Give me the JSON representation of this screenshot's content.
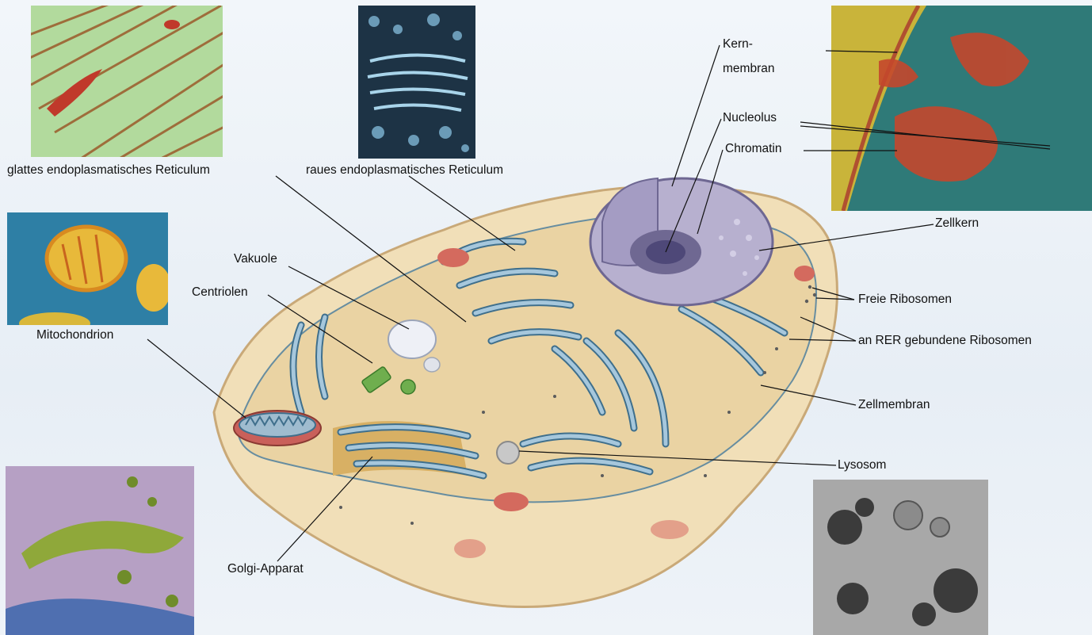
{
  "labels": {
    "kern_line1": "Kern-",
    "kern_line2": "membran",
    "nucleolus": "Nucleolus",
    "chromatin": "Chromatin",
    "zellkern": "Zellkern",
    "freie_ribosomen": "Freie Ribosomen",
    "rer_ribosomen": "an RER gebundene Ribosomen",
    "zellmembran": "Zellmembran",
    "lysosom": "Lysosom",
    "golgi": "Golgi-Apparat",
    "mitochondrion": "Mitochondrion",
    "centriolen": "Centriolen",
    "vakuole": "Vakuole",
    "glattes_er": "glattes endoplasmatisches Reticulum",
    "raues_er": "raues endoplasmatisches Reticulum"
  },
  "colors": {
    "cytoplasm": "#f1dfb8",
    "cell_edge": "#c9a978",
    "er": "#8fb3cc",
    "er_edge": "#3f6f8c",
    "nucleus": "#9c93b8",
    "mitochondrion": "#c9605a",
    "golgi": "#d4a85a",
    "centriole": "#6fae4e",
    "leader": "#111111"
  }
}
